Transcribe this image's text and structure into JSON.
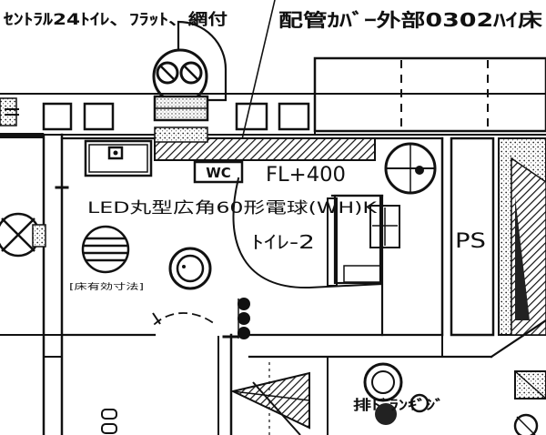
{
  "labels": {
    "header_left": "ｾﾝﾄﾗﾙ24ﾄｲﾚ、ﾌﾗｯﾄ、網付",
    "header_right": "配管ｶﾊﾞｰ外部0302ﾊｲ床",
    "fixture_box": "WC",
    "fl_height": "FL+400",
    "led_light": "LED丸型広角60形電球(WH)K",
    "toilet_room": "ﾄｲﾚ-2",
    "ps_shaft": "PS",
    "vent_tag": "[床有効寸法]",
    "lower_label": "排ﾄﾞﾗﾝｷﾞｼﾞ"
  }
}
